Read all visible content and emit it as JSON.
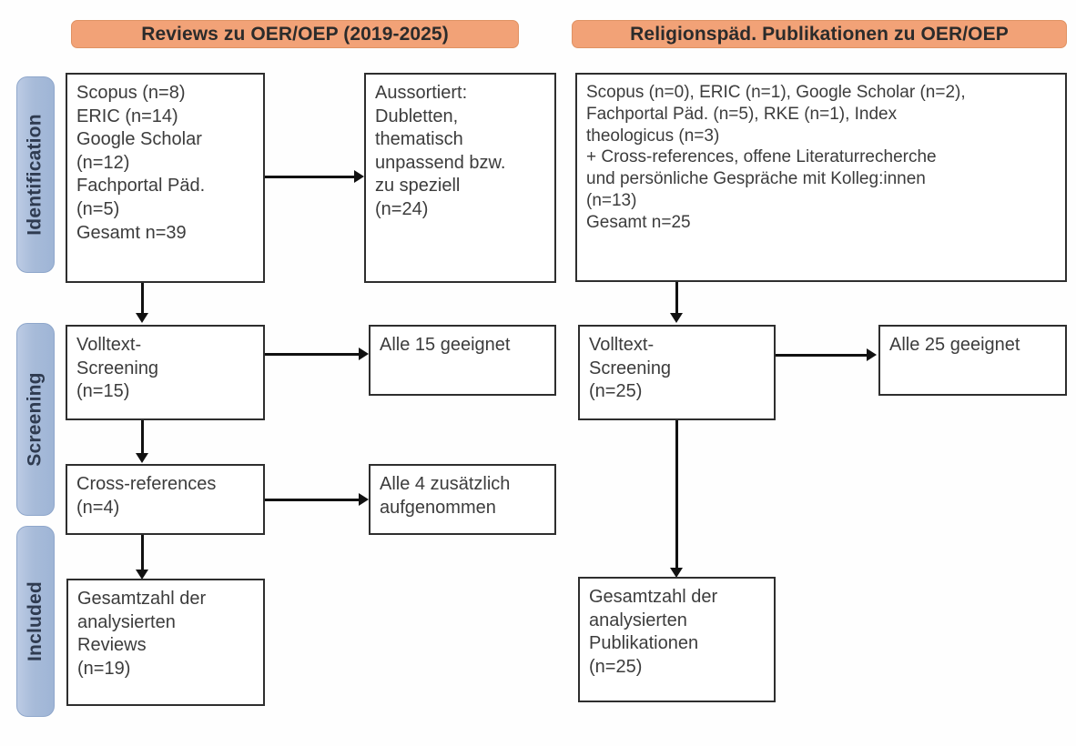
{
  "figure": {
    "type": "prisma-flow-diagram",
    "columns": [
      {
        "id": "reviews",
        "header": "Reviews zu OER/OEP (2019-2025)"
      },
      {
        "id": "religionspaed",
        "header": "Religionspäd. Publikationen zu OER/OEP"
      }
    ],
    "stages": [
      {
        "id": "identification",
        "label": "Identification"
      },
      {
        "id": "screening",
        "label": "Screening"
      },
      {
        "id": "included",
        "label": "Included"
      }
    ],
    "colors": {
      "header_orange": "#f2a277",
      "stage_blue": "#a7bbd9",
      "box_border": "#2e2e2e",
      "connector": "#111111",
      "text": "#3c3c3c"
    }
  },
  "left_column": {
    "identification_sources": "Scopus (n=8)\nERIC (n=14)\nGoogle Scholar\n(n=12)\nFachportal Päd.\n(n=5)\nGesamt n=39",
    "excluded": "Aussortiert:\nDubletten,\nthematisch\nunpassend bzw.\nzu speziell\n(n=24)",
    "fulltext_screening": "Volltext-\nScreening\n(n=15)",
    "fulltext_result": "Alle 15 geeignet",
    "cross_references": "Cross-references\n(n=4)",
    "cross_references_result": "Alle 4 zusätzlich\naufgenommen",
    "included_total": "Gesamtzahl der\nanalysierten\nReviews\n(n=19)"
  },
  "right_column": {
    "identification_sources": "Scopus (n=0), ERIC (n=1), Google Scholar (n=2),\nFachportal Päd. (n=5), RKE (n=1), Index\ntheologicus (n=3)\n+ Cross-references, offene Literaturrecherche\nund persönliche Gespräche mit Kolleg:innen\n(n=13)\nGesamt n=25",
    "fulltext_screening": "Volltext-\nScreening\n(n=25)",
    "fulltext_result": "Alle 25 geeignet",
    "included_total": "Gesamtzahl der\nanalysierten\nPublikationen\n(n=25)"
  },
  "chart_data": {
    "type": "table",
    "title": "PRISMA Flow: Reviews zu OER/OEP (2019-2025) & Religionspäd. Publikationen zu OER/OEP",
    "series": [
      {
        "name": "Reviews zu OER/OEP (2019-2025)",
        "identification": [
          {
            "source": "Scopus",
            "n": 8
          },
          {
            "source": "ERIC",
            "n": 14
          },
          {
            "source": "Google Scholar",
            "n": 12
          },
          {
            "source": "Fachportal Päd.",
            "n": 5
          },
          {
            "source": "Gesamt",
            "n": 39
          }
        ],
        "excluded": {
          "reason": "Dubletten, thematisch unpassend bzw. zu speziell",
          "n": 24
        },
        "screening": {
          "step": "Volltext-Screening",
          "n": 15,
          "result": "Alle 15 geeignet"
        },
        "cross_references": {
          "n": 4,
          "result": "Alle 4 zusätzlich aufgenommen"
        },
        "included": {
          "label": "Gesamtzahl der analysierten Reviews",
          "n": 19
        }
      },
      {
        "name": "Religionspäd. Publikationen zu OER/OEP",
        "identification": [
          {
            "source": "Scopus",
            "n": 0
          },
          {
            "source": "ERIC",
            "n": 1
          },
          {
            "source": "Google Scholar",
            "n": 2
          },
          {
            "source": "Fachportal Päd.",
            "n": 5
          },
          {
            "source": "RKE",
            "n": 1
          },
          {
            "source": "Index theologicus",
            "n": 3
          },
          {
            "source": "Cross-references, offene Literaturrecherche und persönliche Gespräche mit Kolleg:innen",
            "n": 13
          },
          {
            "source": "Gesamt",
            "n": 25
          }
        ],
        "screening": {
          "step": "Volltext-Screening",
          "n": 25,
          "result": "Alle 25 geeignet"
        },
        "included": {
          "label": "Gesamtzahl der analysierten Publikationen",
          "n": 25
        }
      }
    ]
  }
}
